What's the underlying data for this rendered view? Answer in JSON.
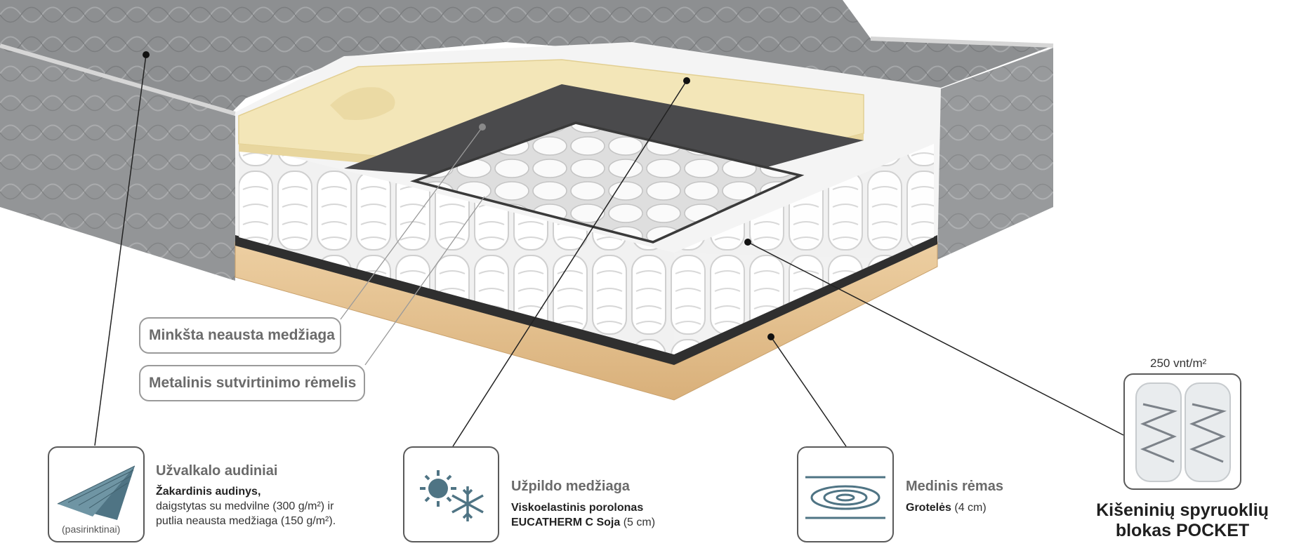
{
  "callouts": {
    "soft_fabric": "Minkšta neausta medžiaga",
    "metal_frame": "Metalinis sutvirtinimo rėmelis"
  },
  "cover": {
    "title": "Užvalkalo audiniai",
    "line1": "Žakardinis audinys,",
    "line2": "daigstytas su medvilne (300 g/m²) ir",
    "line3": "putlia neausta medžiaga (150 g/m²).",
    "icon_caption": "(pasirinktinai)",
    "icon": "quilted-fabric-icon"
  },
  "filling": {
    "title": "Užpildo medžiaga",
    "line1": "Viskoelastinis porolonas",
    "line2_bold": "EUCATHERM C Soja",
    "line2_rest": " (5 cm)",
    "icon": "sun-snowflake-icon"
  },
  "frame": {
    "title": "Medinis rėmas",
    "line1_bold": "Grotelės",
    "line1_rest": " (4 cm)",
    "icon": "wood-grain-icon"
  },
  "pocket": {
    "density": "250 vnt/m²",
    "title_line1": "Kišeninių spyruoklių",
    "title_line2": "blokas POCKET",
    "icon": "pocket-spring-icon"
  },
  "colors": {
    "fabric": "#8f9192",
    "foam": "#f3e6b8",
    "wood": "#e6c495",
    "felt": "#4a4a4c",
    "text": "#6a6a6a"
  }
}
